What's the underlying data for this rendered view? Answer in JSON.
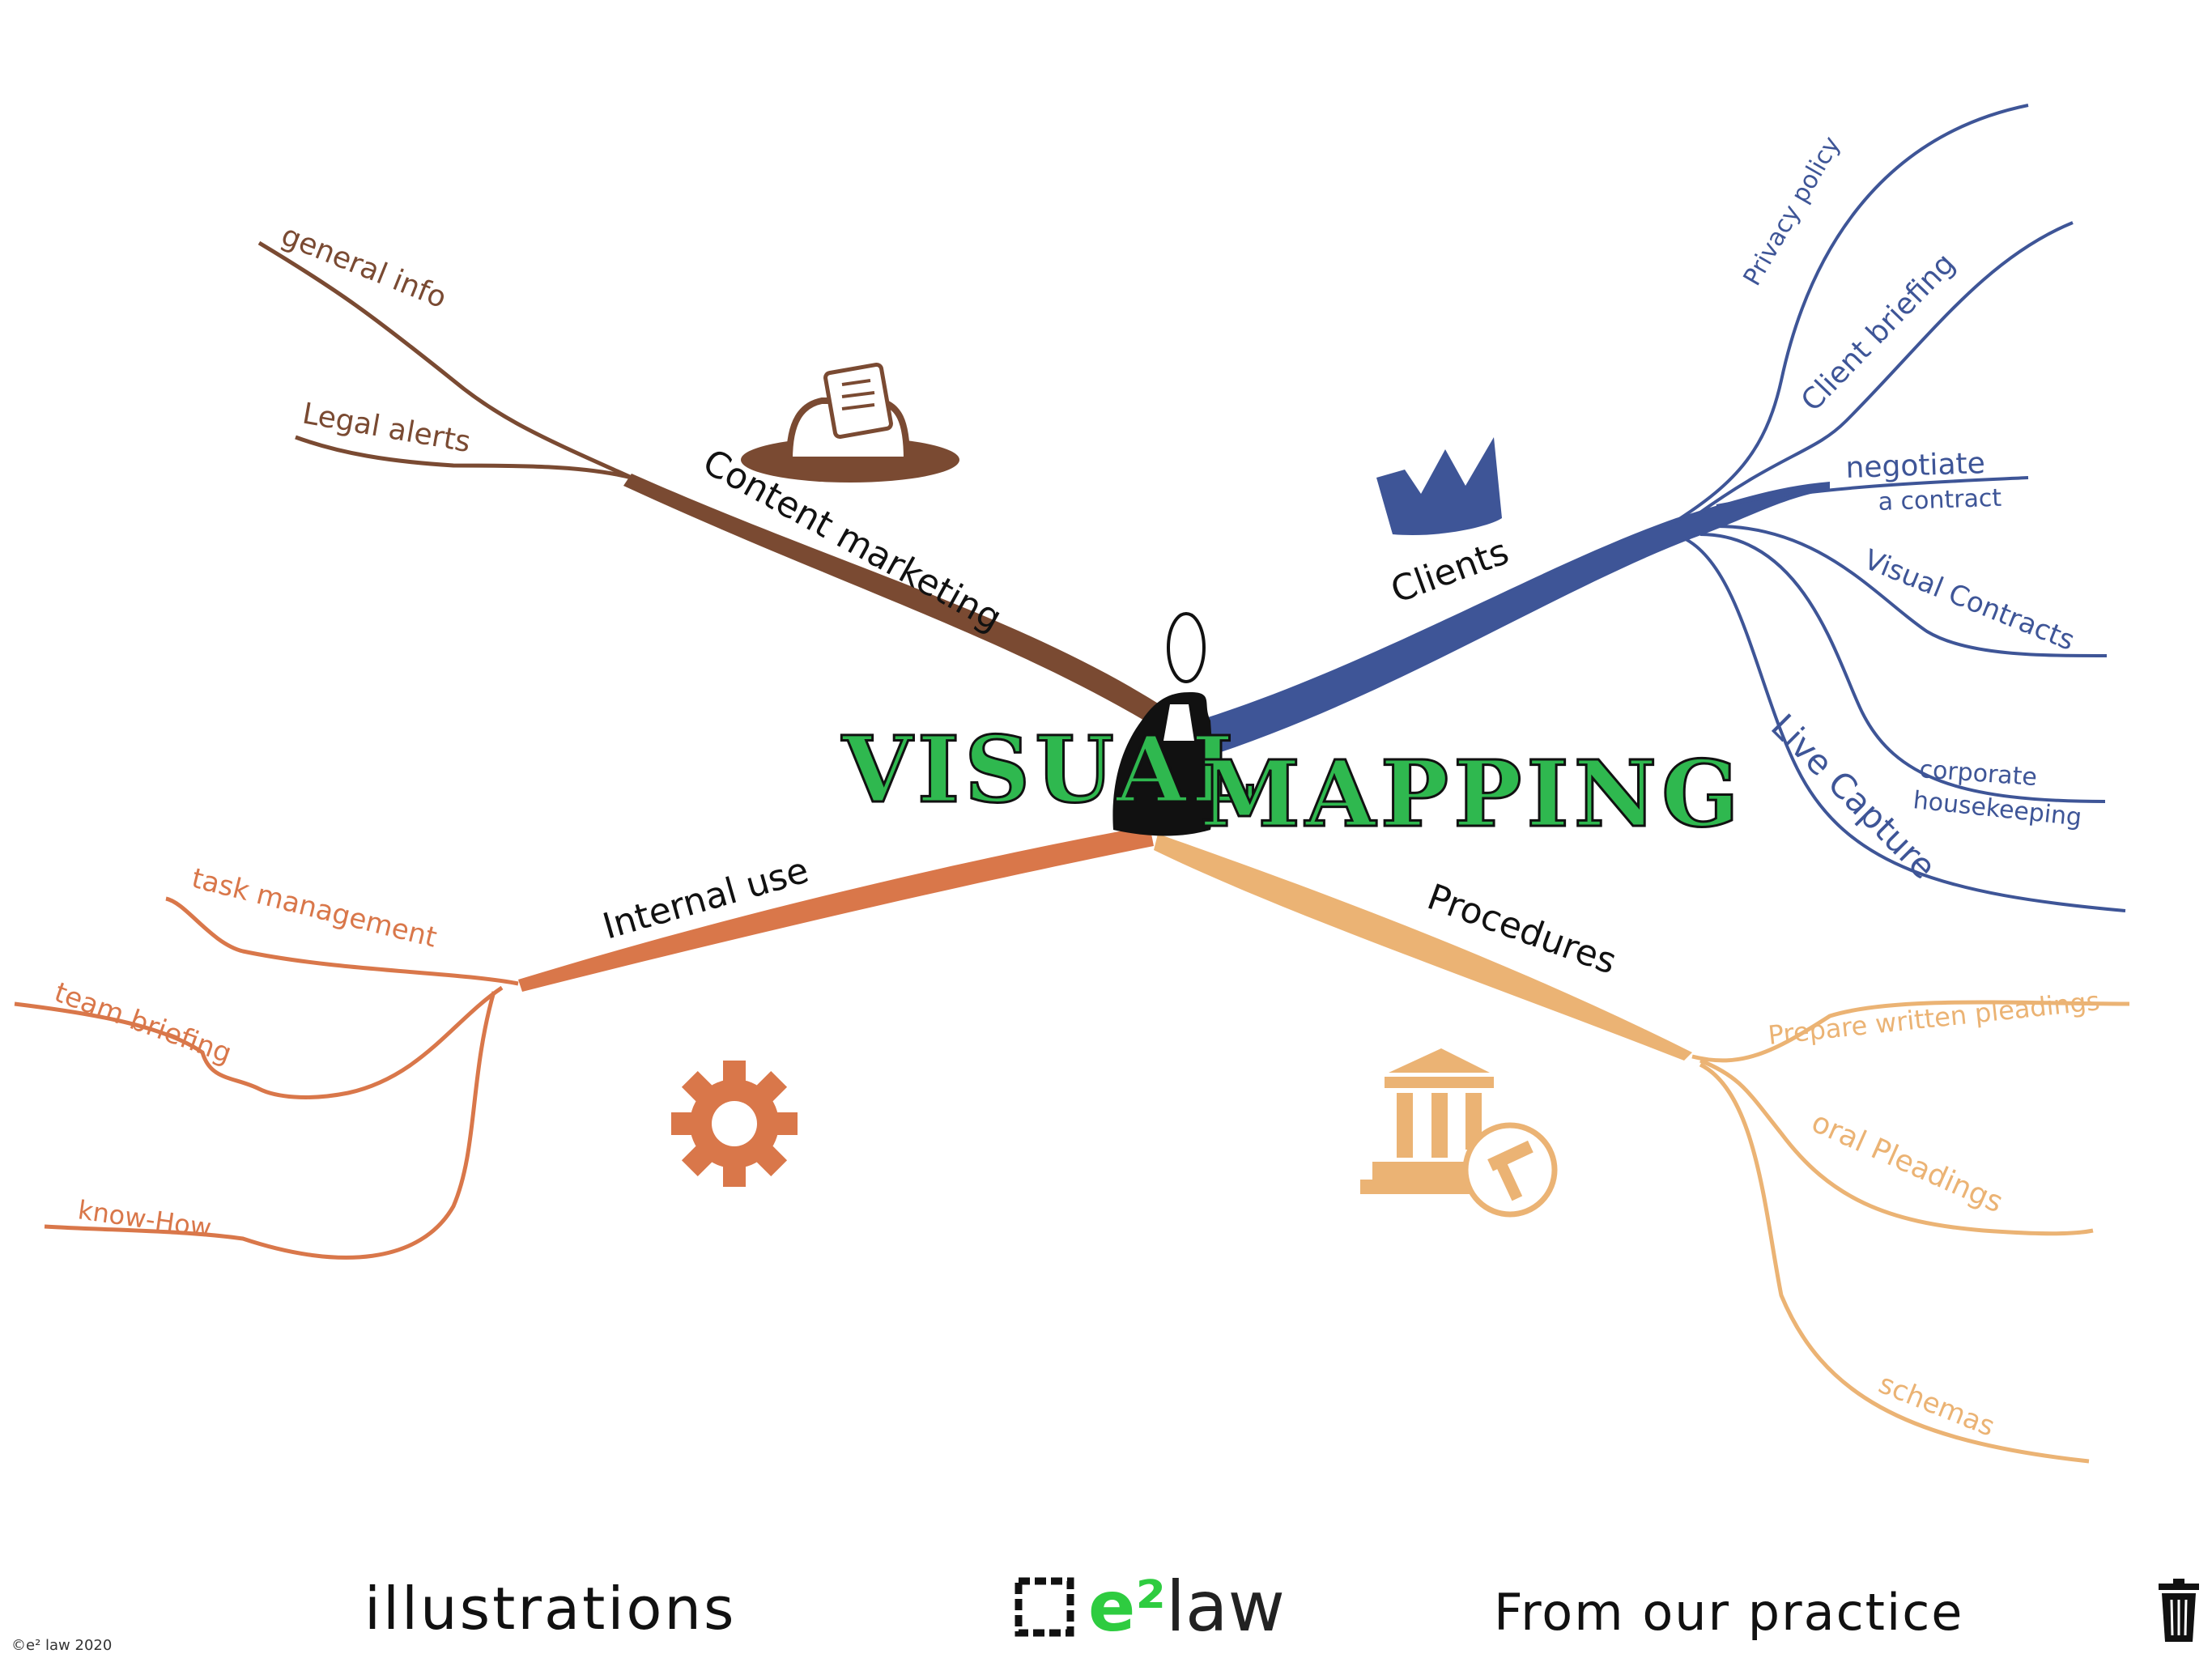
{
  "title": {
    "left": "VISUAL",
    "right": "MAPPING"
  },
  "branches": {
    "content_marketing": {
      "label": "Content marketing",
      "color": "#7a4a32",
      "leaves": [
        "general info",
        "Legal alerts"
      ]
    },
    "clients": {
      "label": "Clients",
      "color": "#3e5597",
      "leaves": [
        "Privacy policy",
        "Client briefing",
        "negotiate",
        "a contract",
        "Visual Contracts",
        "corporate",
        "housekeeping",
        "Live Capture"
      ]
    },
    "internal_use": {
      "label": "Internal use",
      "color": "#d9774a",
      "leaves": [
        "task management",
        "team briefing",
        "know-How"
      ]
    },
    "procedures": {
      "label": "Procedures",
      "color": "#ebb374",
      "leaves": [
        "Prepare written pleadings",
        "oral Pleadings",
        "schemas"
      ]
    }
  },
  "colors": {
    "title_green": "#2fb84f",
    "figure": "#111111"
  },
  "icons": [
    "typewriter-hat-icon",
    "crown-icon",
    "gear-icon",
    "courthouse-gavel-icon",
    "trash-icon",
    "e2law-logo-icon"
  ],
  "footer": {
    "left": "illustrations",
    "brand_e2": "e²",
    "brand_law": "law",
    "right": "From our practice",
    "copyright": "©e² law 2020"
  }
}
